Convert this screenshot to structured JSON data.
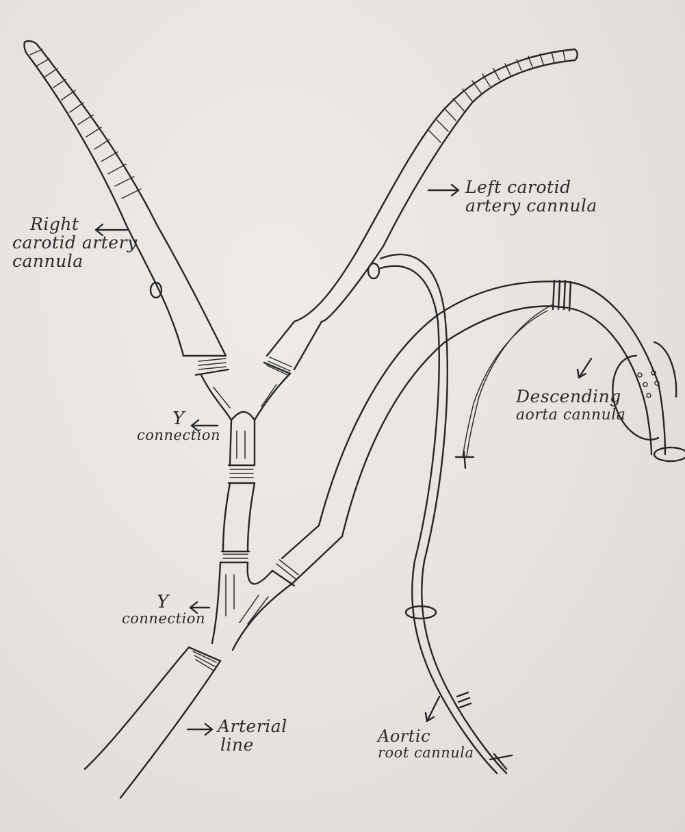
{
  "labels": {
    "right_carotid": {
      "line1": "Right",
      "line2": "carotid artery",
      "line3": "cannula"
    },
    "left_carotid": {
      "line1": "Left carotid",
      "line2": "artery cannula"
    },
    "y_connection_top": {
      "line1": "Y",
      "line2": "connection"
    },
    "descending_aorta": {
      "line1": "Descending",
      "line2": "aorta cannula"
    },
    "y_connection_bottom": {
      "line1": "Y",
      "line2": "connection"
    },
    "arterial_line": {
      "line1": "Arterial",
      "line2": "line"
    },
    "aortic_root": {
      "line1": "Aortic",
      "line2": "root cannula"
    }
  },
  "colors": {
    "paper": "#e9e5e2",
    "ink": "#262626",
    "frame": "#1a1a1a"
  }
}
